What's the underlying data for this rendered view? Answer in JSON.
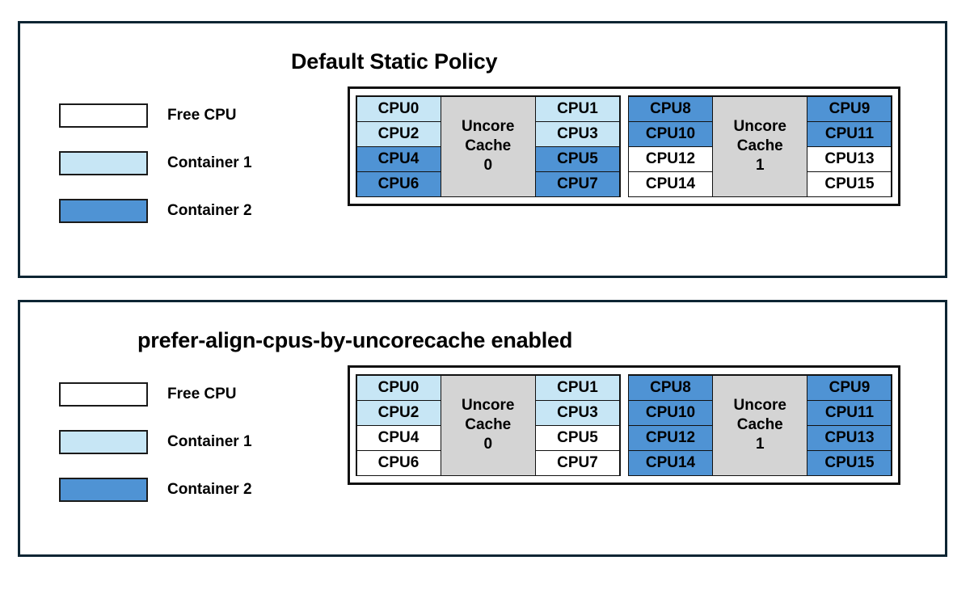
{
  "colors": {
    "frame": "#0d2533",
    "cell_border": "#111111",
    "free_cpu": "#ffffff",
    "container1": "#c7e6f5",
    "container2": "#4f93d4",
    "cache_gray": "#d4d4d4"
  },
  "legend": {
    "items": [
      {
        "label": "Free CPU",
        "fill": "free",
        "color": "#ffffff"
      },
      {
        "label": "Container 1",
        "fill": "c1",
        "color": "#c7e6f5"
      },
      {
        "label": "Container 2",
        "fill": "c2",
        "color": "#4f93d4"
      }
    ]
  },
  "panels": [
    {
      "title": "Default Static Policy",
      "cache_groups": [
        {
          "cache_label_line1": "Uncore",
          "cache_label_line2": "Cache",
          "cache_label_line3": "0",
          "left_column": [
            {
              "label": "CPU0",
              "fill": "c1"
            },
            {
              "label": "CPU2",
              "fill": "c1"
            },
            {
              "label": "CPU4",
              "fill": "c2"
            },
            {
              "label": "CPU6",
              "fill": "c2"
            }
          ],
          "right_column": [
            {
              "label": "CPU1",
              "fill": "c1"
            },
            {
              "label": "CPU3",
              "fill": "c1"
            },
            {
              "label": "CPU5",
              "fill": "c2"
            },
            {
              "label": "CPU7",
              "fill": "c2"
            }
          ]
        },
        {
          "cache_label_line1": "Uncore",
          "cache_label_line2": "Cache",
          "cache_label_line3": "1",
          "left_column": [
            {
              "label": "CPU8",
              "fill": "c2"
            },
            {
              "label": "CPU10",
              "fill": "c2"
            },
            {
              "label": "CPU12",
              "fill": "free"
            },
            {
              "label": "CPU14",
              "fill": "free"
            }
          ],
          "right_column": [
            {
              "label": "CPU9",
              "fill": "c2"
            },
            {
              "label": "CPU11",
              "fill": "c2"
            },
            {
              "label": "CPU13",
              "fill": "free"
            },
            {
              "label": "CPU15",
              "fill": "free"
            }
          ]
        }
      ]
    },
    {
      "title": "prefer-align-cpus-by-uncorecache enabled",
      "cache_groups": [
        {
          "cache_label_line1": "Uncore",
          "cache_label_line2": "Cache",
          "cache_label_line3": "0",
          "left_column": [
            {
              "label": "CPU0",
              "fill": "c1"
            },
            {
              "label": "CPU2",
              "fill": "c1"
            },
            {
              "label": "CPU4",
              "fill": "free"
            },
            {
              "label": "CPU6",
              "fill": "free"
            }
          ],
          "right_column": [
            {
              "label": "CPU1",
              "fill": "c1"
            },
            {
              "label": "CPU3",
              "fill": "c1"
            },
            {
              "label": "CPU5",
              "fill": "free"
            },
            {
              "label": "CPU7",
              "fill": "free"
            }
          ]
        },
        {
          "cache_label_line1": "Uncore",
          "cache_label_line2": "Cache",
          "cache_label_line3": "1",
          "left_column": [
            {
              "label": "CPU8",
              "fill": "c2"
            },
            {
              "label": "CPU10",
              "fill": "c2"
            },
            {
              "label": "CPU12",
              "fill": "c2"
            },
            {
              "label": "CPU14",
              "fill": "c2"
            }
          ],
          "right_column": [
            {
              "label": "CPU9",
              "fill": "c2"
            },
            {
              "label": "CPU11",
              "fill": "c2"
            },
            {
              "label": "CPU13",
              "fill": "c2"
            },
            {
              "label": "CPU15",
              "fill": "c2"
            }
          ]
        }
      ]
    }
  ]
}
